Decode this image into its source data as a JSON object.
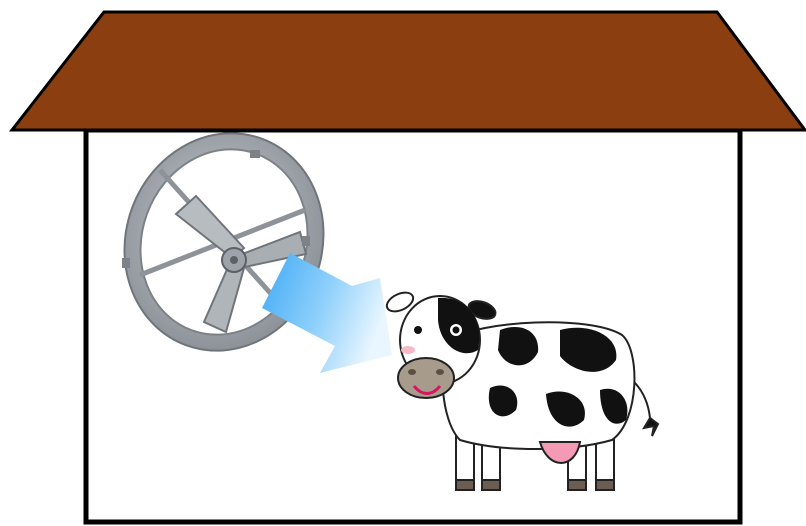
{
  "scene": {
    "structure": "barn",
    "objects": [
      "roof",
      "barn-wall",
      "ventilation-fan",
      "airflow-arrow",
      "cow"
    ],
    "colors": {
      "roof": "#8B3E10",
      "outline": "#000000",
      "wall": "#ffffff",
      "fan_metal": "#9da3a8",
      "fan_dark": "#6f757a",
      "airflow_start": "#3fa9f5",
      "airflow_end": "#e9f6ff",
      "cow_body": "#ffffff",
      "cow_spots": "#111111",
      "cow_muzzle": "#a79b8b",
      "cow_mouth": "#d6145f",
      "cow_cheek": "#f7b9c4",
      "cow_udder": "#f49ab5",
      "cow_hoof": "#6b5d52"
    }
  }
}
